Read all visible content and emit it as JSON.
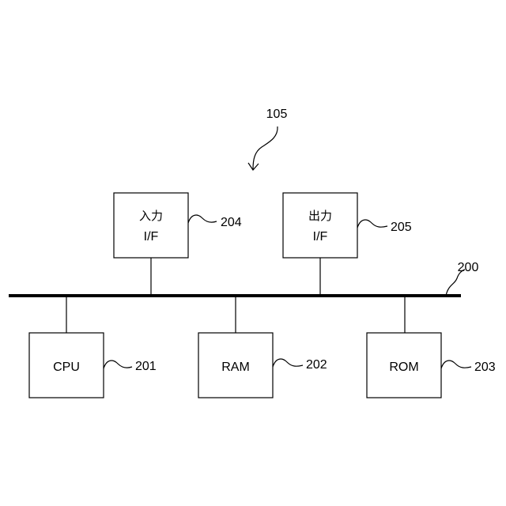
{
  "diagram": {
    "figure_ref": "105",
    "bus_ref": "200",
    "upper_units": [
      {
        "line1": "入力",
        "line2": "I/F",
        "ref": "204"
      },
      {
        "line1": "出力",
        "line2": "I/F",
        "ref": "205"
      }
    ],
    "lower_units": [
      {
        "label": "CPU",
        "ref": "201"
      },
      {
        "label": "RAM",
        "ref": "202"
      },
      {
        "label": "ROM",
        "ref": "203"
      }
    ],
    "colors": {
      "line": "#000000",
      "box_fill": "#ffffff"
    }
  }
}
